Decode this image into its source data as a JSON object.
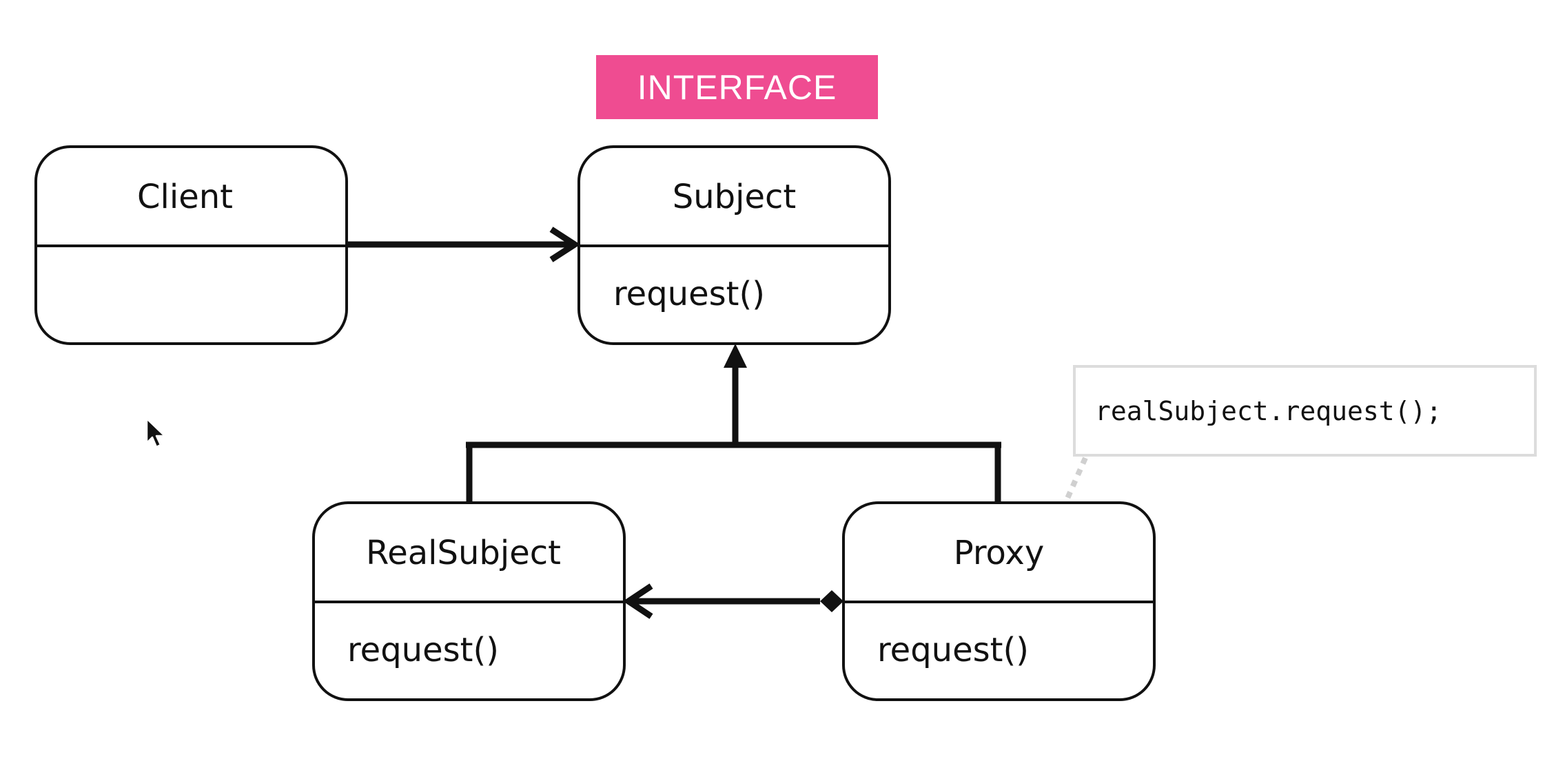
{
  "badge": {
    "label": "INTERFACE",
    "color": "#ef4c91"
  },
  "classes": {
    "client": {
      "name": "Client",
      "method": ""
    },
    "subject": {
      "name": "Subject",
      "method": "request()"
    },
    "real_subject": {
      "name": "RealSubject",
      "method": "request()"
    },
    "proxy": {
      "name": "Proxy",
      "method": "request()"
    }
  },
  "note": {
    "code": "realSubject.request();"
  },
  "relations": [
    {
      "from": "Client",
      "to": "Subject",
      "kind": "association"
    },
    {
      "from": "RealSubject",
      "to": "Subject",
      "kind": "realization"
    },
    {
      "from": "Proxy",
      "to": "Subject",
      "kind": "realization"
    },
    {
      "from": "Proxy",
      "to": "RealSubject",
      "kind": "composition"
    }
  ],
  "icons": {
    "cursor": "mouse-pointer-icon"
  }
}
